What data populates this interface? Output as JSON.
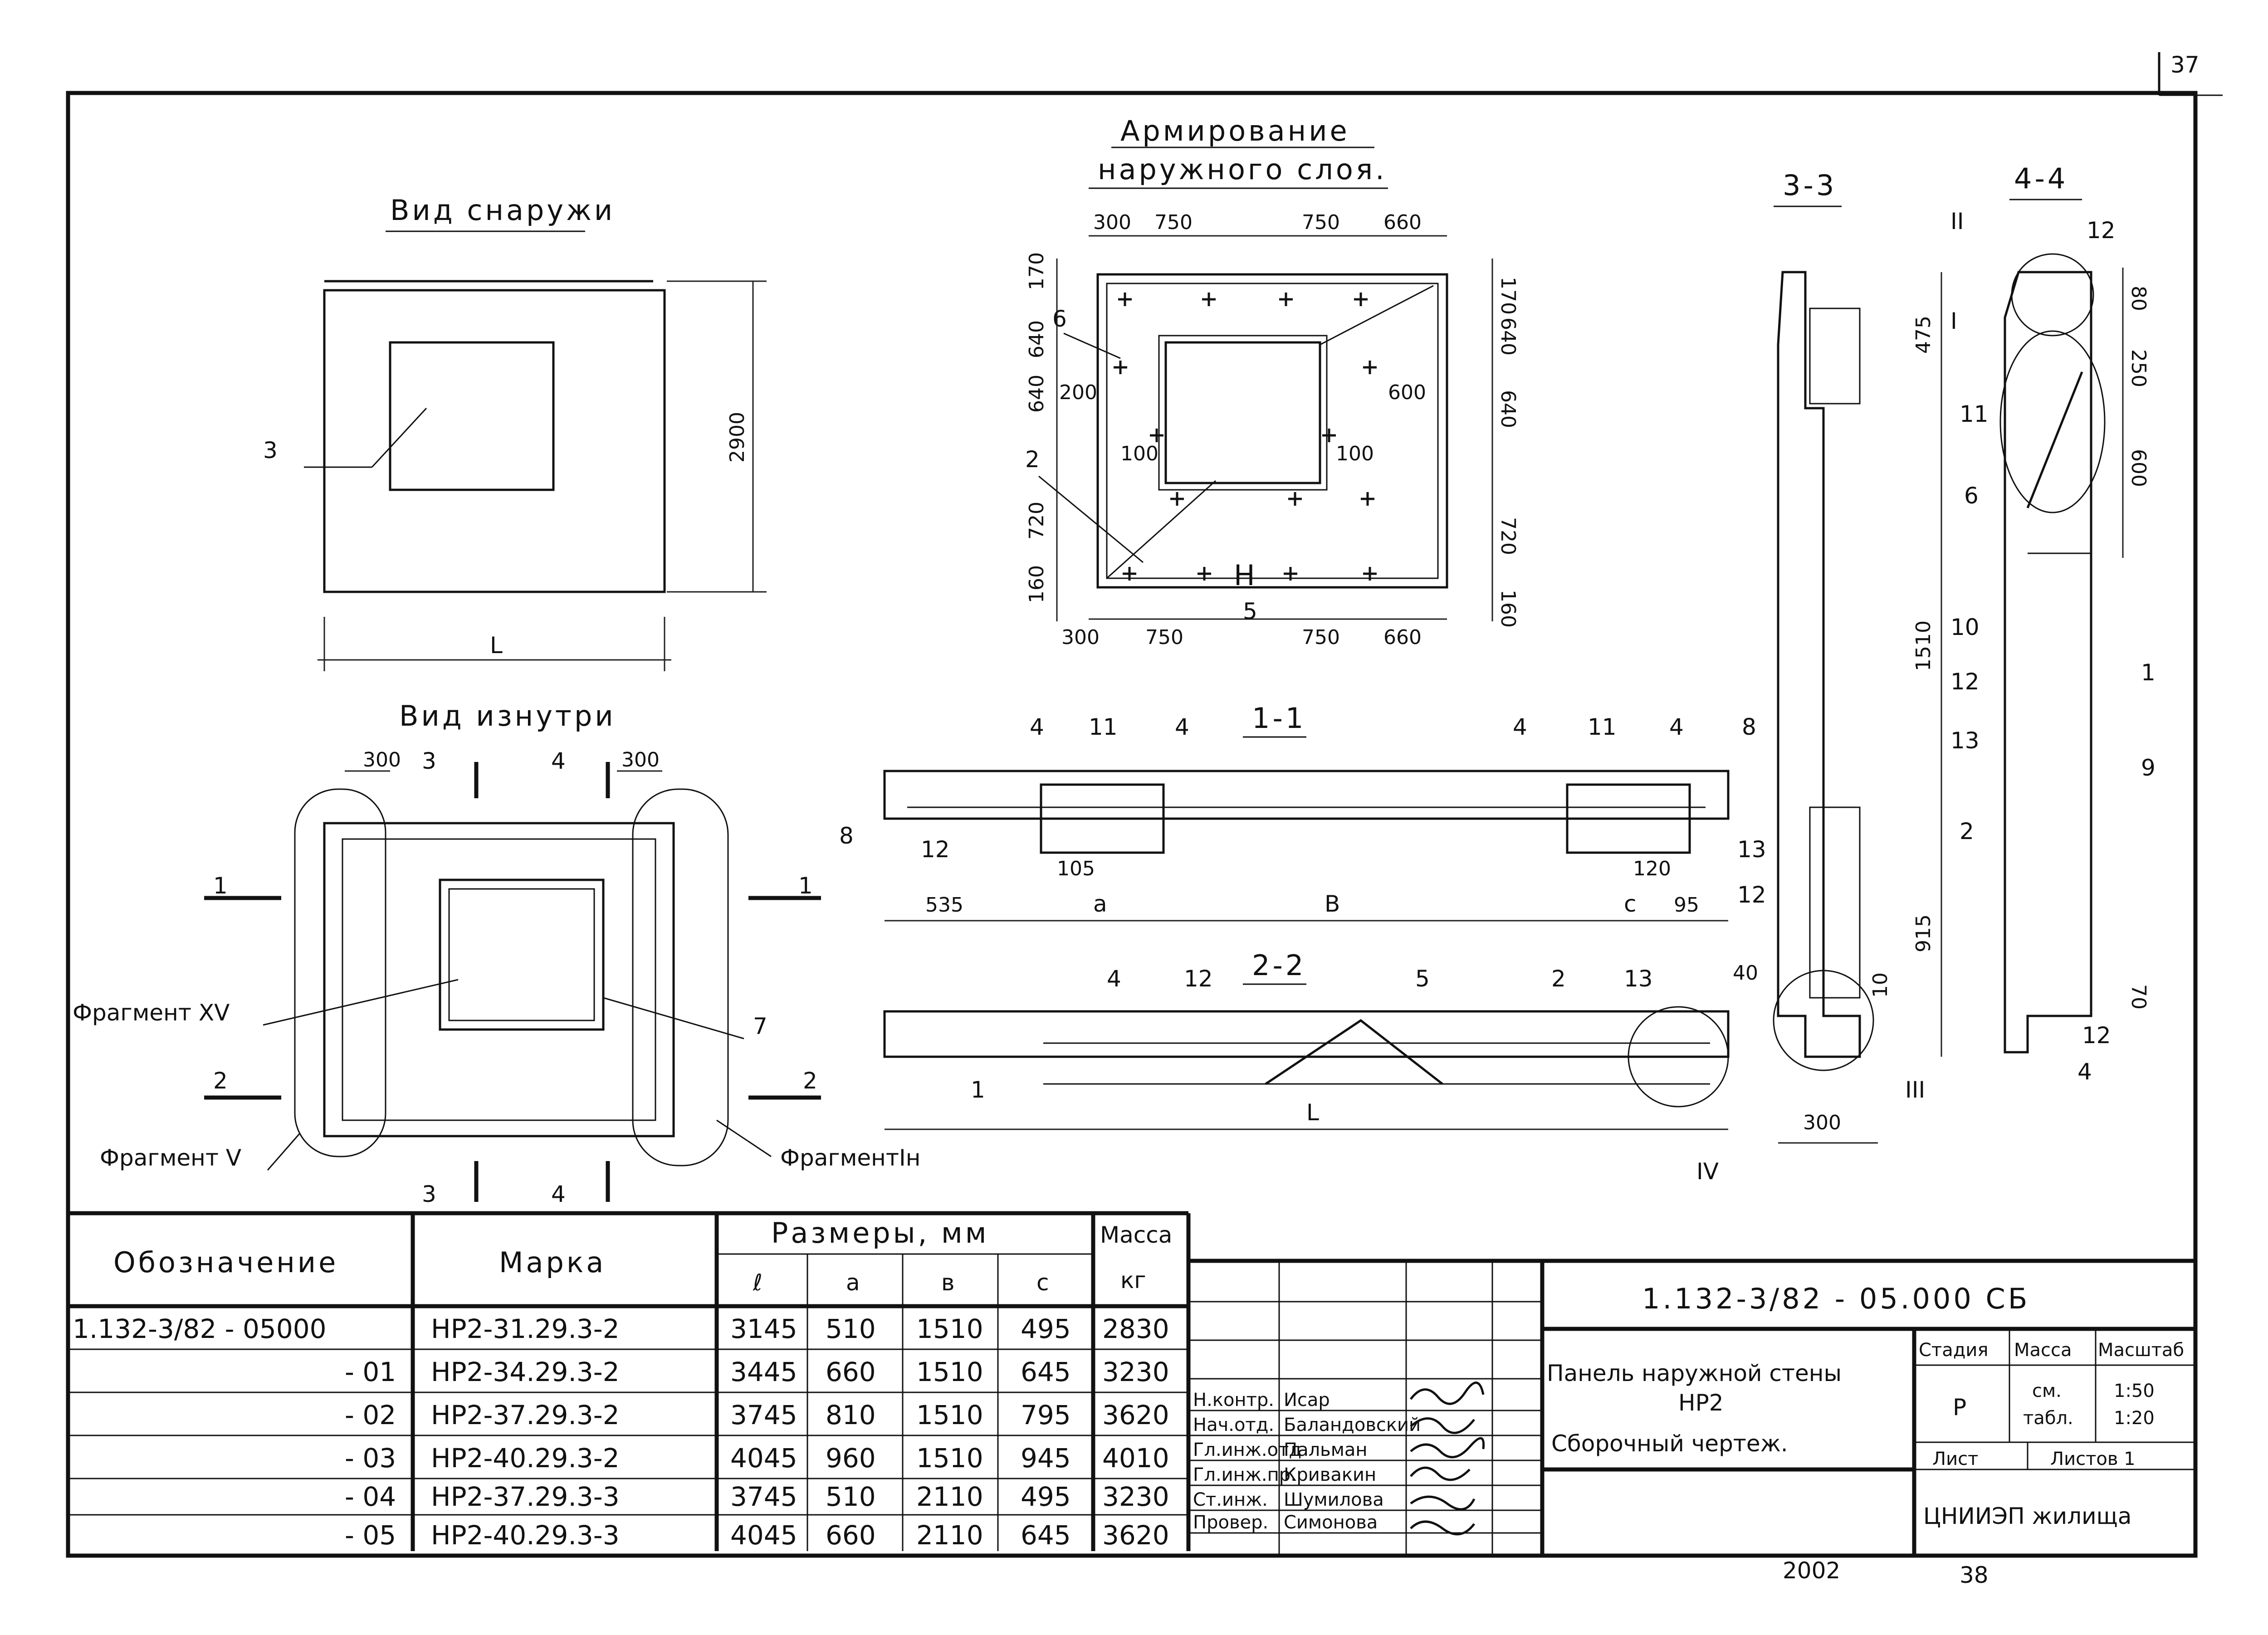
{
  "page": {
    "page_number": "37",
    "bottom_code": "2002",
    "bottom_number": "38"
  },
  "views": {
    "outside": {
      "title": "Вид снаружи",
      "callout": "3",
      "height_dim": "2900",
      "length_dim": "L"
    },
    "reinforcement": {
      "title_line1": "Армирование",
      "title_line2": "наружного слоя.",
      "dims_top": [
        "300",
        "750",
        "750",
        "660"
      ],
      "dims_bottom": [
        "300",
        "750",
        "750",
        "660"
      ],
      "dims_left": [
        "170",
        "640",
        "640",
        "720",
        "160"
      ],
      "dims_right": [
        "170",
        "640",
        "640",
        "720",
        "160"
      ],
      "inner_dims": [
        "200",
        "600",
        "100",
        "100"
      ],
      "callouts": [
        "6",
        "2",
        "5"
      ],
      "mark_h": "Н"
    },
    "inside": {
      "title": "Вид изнутри",
      "dims": [
        "300",
        "300"
      ],
      "sections": [
        "1",
        "1",
        "2",
        "2",
        "3",
        "3",
        "4",
        "4"
      ],
      "fragments": [
        "Фрагмент XV",
        "Фрагмент V",
        "ФрагментIн"
      ],
      "callout": "7"
    },
    "section_1_1": {
      "title": "1-1",
      "callouts": [
        "4",
        "11",
        "4",
        "4",
        "11",
        "4",
        "8",
        "8",
        "12"
      ],
      "dims": [
        "535",
        "a",
        "В",
        "с",
        "95",
        "105",
        "120"
      ]
    },
    "section_2_2": {
      "title": "2-2",
      "callouts": [
        "4",
        "12",
        "5",
        "2",
        "13",
        "1",
        "40"
      ],
      "length": "L",
      "fragment": "IV"
    },
    "section_3_3": {
      "title": "3-3",
      "dims": [
        "475",
        "1510",
        "915",
        "300",
        "10"
      ],
      "callouts": [
        "13",
        "12"
      ],
      "fragment": "III"
    },
    "section_4_4": {
      "title": "4-4",
      "dims": [
        "80",
        "250",
        "600",
        "70"
      ],
      "callouts": [
        "12",
        "11",
        "6",
        "10",
        "12",
        "13",
        "2",
        "1",
        "9",
        "12",
        "4"
      ],
      "fragments": [
        "II",
        "I"
      ]
    }
  },
  "spec_table": {
    "headers": {
      "designation": "Обозначение",
      "mark": "Марка",
      "dimensions": "Размеры, мм",
      "mass": "Масса",
      "mass_unit": "кг",
      "l": "ℓ",
      "a": "a",
      "b": "в",
      "c": "с"
    },
    "rows": [
      {
        "designation": "1.132-3/82 - 05000",
        "mark": "НР2-31.29.3-2",
        "l": "3145",
        "a": "510",
        "b": "1510",
        "c": "495",
        "mass": "2830"
      },
      {
        "designation": "- 01",
        "mark": "НР2-34.29.3-2",
        "l": "3445",
        "a": "660",
        "b": "1510",
        "c": "645",
        "mass": "3230"
      },
      {
        "designation": "- 02",
        "mark": "НР2-37.29.3-2",
        "l": "3745",
        "a": "810",
        "b": "1510",
        "c": "795",
        "mass": "3620"
      },
      {
        "designation": "- 03",
        "mark": "НР2-40.29.3-2",
        "l": "4045",
        "a": "960",
        "b": "1510",
        "c": "945",
        "mass": "4010"
      },
      {
        "designation": "- 04",
        "mark": "НР2-37.29.3-3",
        "l": "3745",
        "a": "510",
        "b": "2110",
        "c": "495",
        "mass": "3230"
      },
      {
        "designation": "- 05",
        "mark": "НР2-40.29.3-3",
        "l": "4045",
        "a": "660",
        "b": "2110",
        "c": "645",
        "mass": "3620"
      }
    ]
  },
  "title_block": {
    "document_code": "1.132-3/82 - 05.000 СБ",
    "title_line1": "Панель наружной стены",
    "title_line2": "НР2",
    "title_line3": "Сборочный чертеж.",
    "stage_header": "Стадия",
    "mass_header": "Масса",
    "scale_header": "Масштаб",
    "stage": "Р",
    "mass_line1": "см.",
    "mass_line2": "табл.",
    "scale_line1": "1:50",
    "scale_line2": "1:20",
    "sheet_label": "Лист",
    "sheets_label": "Листов 1",
    "organization": "ЦНИИЭП жилища",
    "signatures": [
      {
        "role": "Н.контр.",
        "name": "Исар"
      },
      {
        "role": "Нач.отд.",
        "name": "Баландовский"
      },
      {
        "role": "Гл.инж.отд",
        "name": "Пальман"
      },
      {
        "role": "Гл.инж.пр.",
        "name": "Кривакин"
      },
      {
        "role": "Ст.инж.",
        "name": "Шумилова"
      },
      {
        "role": "Провер.",
        "name": "Симонова"
      }
    ]
  }
}
